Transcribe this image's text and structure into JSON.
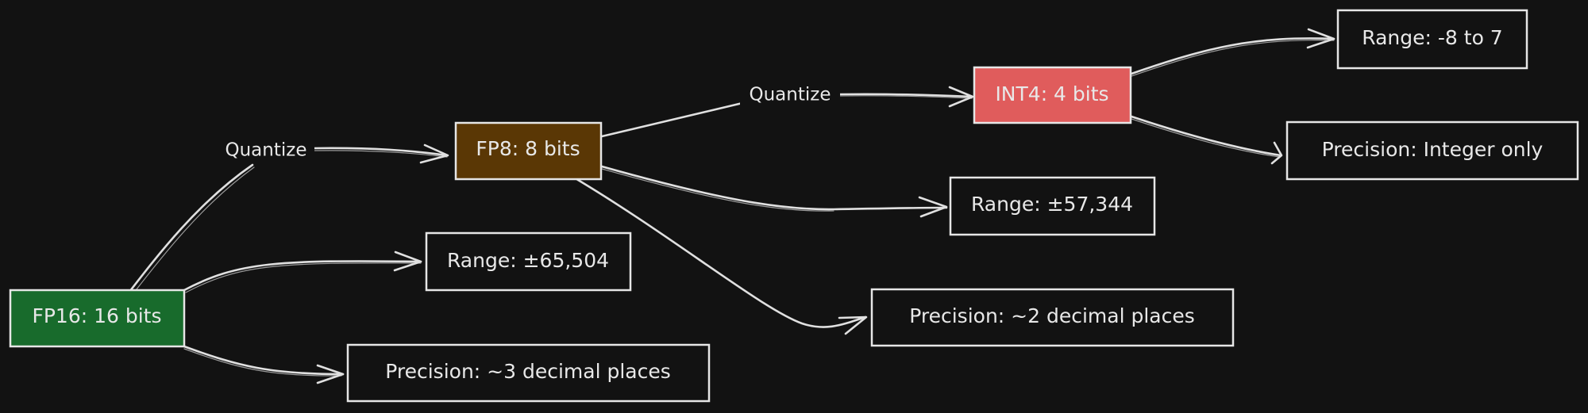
{
  "diagram": {
    "title": "Quantization: FP16 to FP8 to INT4",
    "colors": {
      "background": "#121212",
      "stroke": "#e6e6e6",
      "fp16_fill": "#186b2c",
      "fp8_fill": "#5a3705",
      "int4_fill": "#e05c5c",
      "plain_fill": "#121212"
    },
    "nodes": [
      {
        "id": "fp16",
        "label": "FP16: 16 bits",
        "fill": "#186b2c"
      },
      {
        "id": "fp8",
        "label": "FP8: 8 bits",
        "fill": "#5a3705"
      },
      {
        "id": "int4",
        "label": "INT4: 4 bits",
        "fill": "#e05c5c"
      },
      {
        "id": "fp16-range",
        "label": "Range: ±65,504",
        "fill": "#121212"
      },
      {
        "id": "fp16-precision",
        "label": "Precision: ~3 decimal places",
        "fill": "#121212"
      },
      {
        "id": "fp8-range",
        "label": "Range: ±57,344",
        "fill": "#121212"
      },
      {
        "id": "fp8-precision",
        "label": "Precision: ~2 decimal places",
        "fill": "#121212"
      },
      {
        "id": "int4-range",
        "label": "Range: -8 to 7",
        "fill": "#121212"
      },
      {
        "id": "int4-precision",
        "label": "Precision: Integer only",
        "fill": "#121212"
      }
    ],
    "edges": [
      {
        "from": "fp16",
        "to": "fp8",
        "label": "Quantize"
      },
      {
        "from": "fp16",
        "to": "fp16-range",
        "label": ""
      },
      {
        "from": "fp16",
        "to": "fp16-precision",
        "label": ""
      },
      {
        "from": "fp8",
        "to": "int4",
        "label": "Quantize"
      },
      {
        "from": "fp8",
        "to": "fp8-range",
        "label": ""
      },
      {
        "from": "fp8",
        "to": "fp8-precision",
        "label": ""
      },
      {
        "from": "int4",
        "to": "int4-range",
        "label": ""
      },
      {
        "from": "int4",
        "to": "int4-precision",
        "label": ""
      }
    ]
  }
}
